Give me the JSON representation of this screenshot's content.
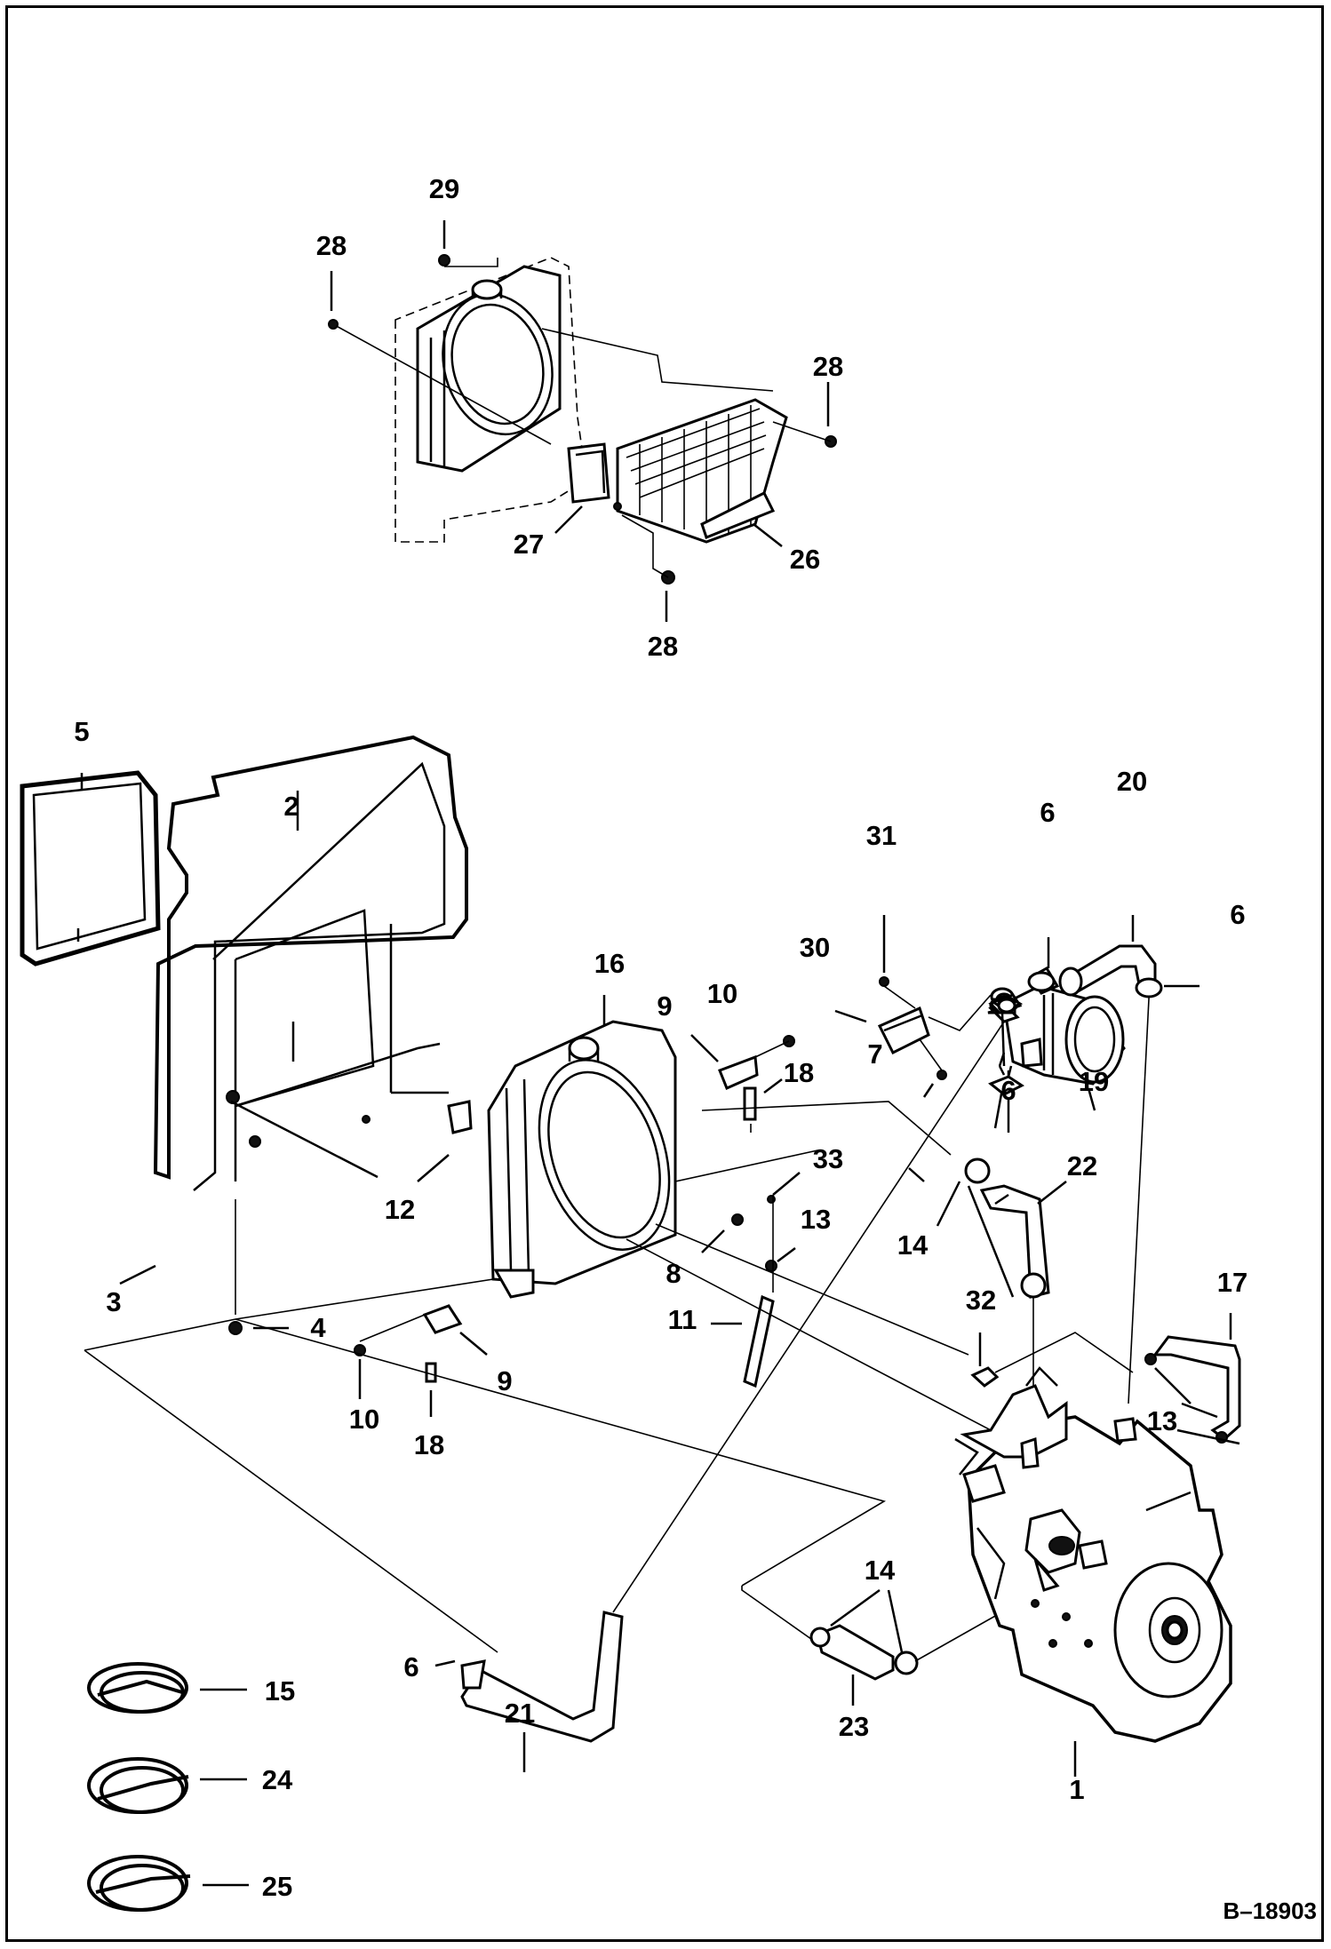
{
  "diagram": {
    "reference": "B–18903",
    "callouts": [
      {
        "text": "1"
      },
      {
        "text": "2"
      },
      {
        "text": "3"
      },
      {
        "text": "4"
      },
      {
        "text": "5"
      },
      {
        "text": "6"
      },
      {
        "text": "6"
      },
      {
        "text": "6"
      },
      {
        "text": "6"
      },
      {
        "text": "7"
      },
      {
        "text": "8"
      },
      {
        "text": "9"
      },
      {
        "text": "9"
      },
      {
        "text": "10"
      },
      {
        "text": "10"
      },
      {
        "text": "11"
      },
      {
        "text": "12"
      },
      {
        "text": "13"
      },
      {
        "text": "13"
      },
      {
        "text": "14"
      },
      {
        "text": "14"
      },
      {
        "text": "15"
      },
      {
        "text": "16"
      },
      {
        "text": "17"
      },
      {
        "text": "18"
      },
      {
        "text": "18"
      },
      {
        "text": "19"
      },
      {
        "text": "20"
      },
      {
        "text": "21"
      },
      {
        "text": "22"
      },
      {
        "text": "23"
      },
      {
        "text": "24"
      },
      {
        "text": "25"
      },
      {
        "text": "26"
      },
      {
        "text": "27"
      },
      {
        "text": "28"
      },
      {
        "text": "28"
      },
      {
        "text": "28"
      },
      {
        "text": "29"
      },
      {
        "text": "30"
      },
      {
        "text": "31"
      },
      {
        "text": "32"
      },
      {
        "text": "33"
      }
    ]
  }
}
